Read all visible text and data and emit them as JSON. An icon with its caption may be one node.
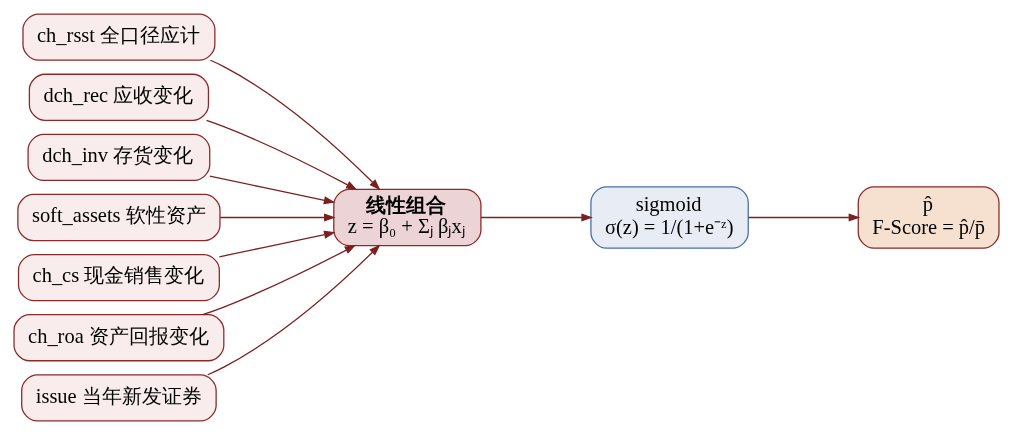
{
  "diagram": {
    "nodes": [
      {
        "text": [
          "ch_rsst 全口径应计"
        ]
      },
      {
        "text": [
          "dch_rec 应收变化"
        ]
      },
      {
        "text": [
          "dch_inv 存货变化"
        ]
      },
      {
        "text": [
          "soft_assets 软性资产"
        ]
      },
      {
        "text": [
          "ch_cs 现金销售变化"
        ]
      },
      {
        "text": [
          "ch_roa 资产回报变化"
        ]
      },
      {
        "text": [
          "issue 当年新发证券"
        ]
      },
      {
        "text": [
          "线性组合",
          "z = β₀ + Σⱼ βⱼxⱼ"
        ]
      },
      {
        "text": [
          "sigmoid",
          "σ(z) = 1/(1+e⁻ᶻ)"
        ]
      },
      {
        "text": [
          "p̂",
          "F-Score = p̂/p̄"
        ]
      }
    ],
    "edges": [
      {
        "from": 0,
        "to": 7,
        "arrow": "to"
      },
      {
        "from": 1,
        "to": 7,
        "arrow": "to"
      },
      {
        "from": 2,
        "to": 7,
        "arrow": "to"
      },
      {
        "from": 3,
        "to": 7,
        "arrow": "to"
      },
      {
        "from": 4,
        "to": 7,
        "arrow": "to"
      },
      {
        "from": 5,
        "to": 7,
        "arrow": "to"
      },
      {
        "from": 6,
        "to": 7,
        "arrow": "to"
      },
      {
        "from": 7,
        "to": 8,
        "arrow": "to"
      },
      {
        "from": 8,
        "to": 9,
        "arrow": "to"
      }
    ]
  }
}
